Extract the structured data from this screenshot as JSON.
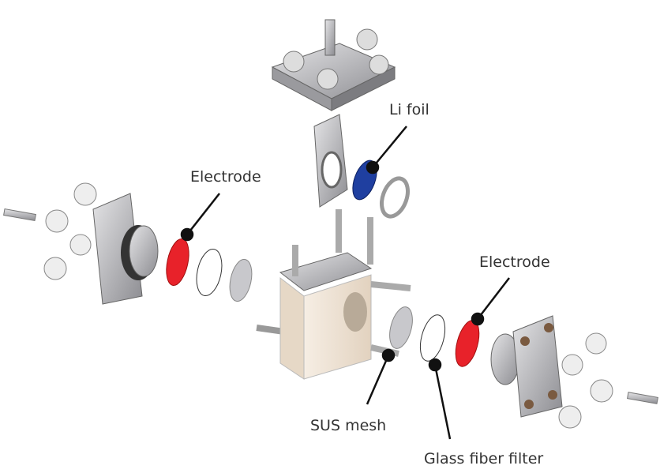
{
  "labels": {
    "li_foil": "Li foil",
    "electrode_left": "Electrode",
    "electrode_right": "Electrode",
    "sus_mesh": "SUS mesh",
    "glass_fiber_filter": "Glass fiber filter"
  },
  "colors": {
    "electrode": "#e8222a",
    "li_foil": "#1f3fa0",
    "cell_body": "#efe4d6",
    "metal": "#b9b9bd",
    "leader": "#111111"
  }
}
